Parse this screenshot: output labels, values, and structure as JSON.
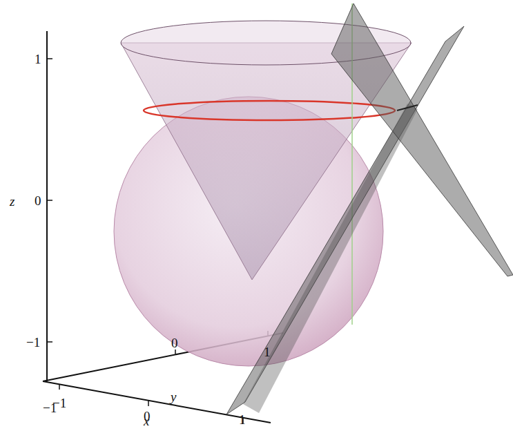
{
  "diagram": {
    "labels": [
      "z",
      "1",
      "0",
      "−1",
      "−1",
      "0",
      "y",
      "1",
      "−1",
      "0",
      "x",
      "1"
    ]
  }
}
